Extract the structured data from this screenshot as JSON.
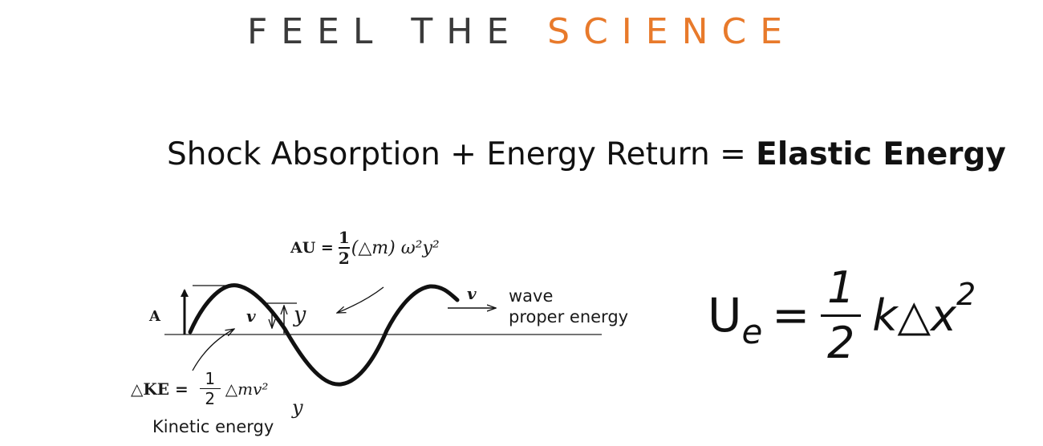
{
  "header": {
    "word1": "FEEL THE",
    "word2": "SCIENCE",
    "colors": {
      "dark": "#3a3a3a",
      "accent": "#e87a2b"
    }
  },
  "headline": {
    "part1": "Shock Absorption + Energy Return = ",
    "part2": "Elastic Energy"
  },
  "diagram": {
    "au_formula": {
      "lhs": "AU =",
      "num": "1",
      "den": "2",
      "rest": "(△m) ω²y²"
    },
    "label_A": "A",
    "label_v": "v",
    "label_y": "y",
    "label_v_right": "v",
    "wave_label_line1": "wave",
    "wave_label_line2": "proper energy",
    "ke_formula": {
      "lhs": "△KE =",
      "num": "1",
      "den": "2",
      "rest": "△mv²",
      "sub": "y"
    },
    "ke_label": "Kinetic energy"
  },
  "elastic_formula": {
    "lhs": "U",
    "sub": "e",
    "eq": "=",
    "num": "1",
    "den": "2",
    "rest": "k△x",
    "sup": "2"
  }
}
